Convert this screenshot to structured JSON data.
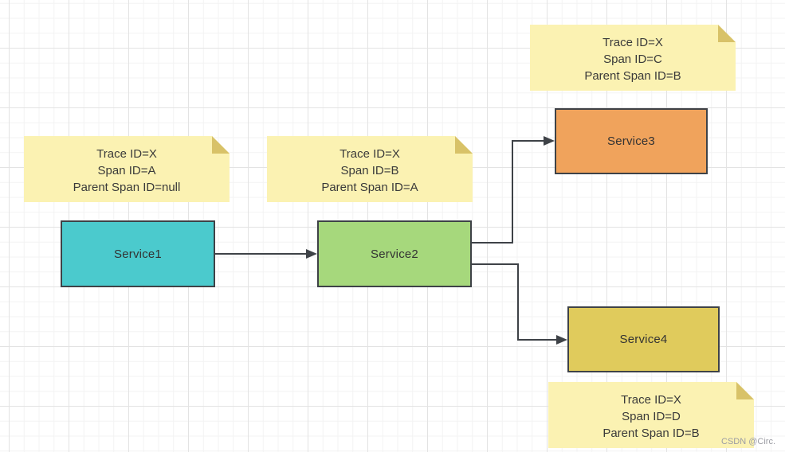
{
  "diagram": {
    "services": [
      {
        "label": "Service1",
        "fill": "#4BCACD"
      },
      {
        "label": "Service2",
        "fill": "#A6D87C"
      },
      {
        "label": "Service3",
        "fill": "#F0A35C"
      },
      {
        "label": "Service4",
        "fill": "#E0CB5C"
      }
    ],
    "notes": [
      {
        "lines": [
          "Trace ID=X",
          "Span ID=A",
          "Parent Span ID=null"
        ]
      },
      {
        "lines": [
          "Trace ID=X",
          "Span ID=B",
          "Parent Span ID=A"
        ]
      },
      {
        "lines": [
          "Trace ID=X",
          "Span ID=C",
          "Parent Span ID=B"
        ]
      },
      {
        "lines": [
          "Trace ID=X",
          "Span ID=D",
          "Parent Span ID=B"
        ]
      }
    ],
    "colors": {
      "note_fill": "#FBF2B2",
      "note_fold": "#D8C268",
      "stroke": "#3E4247",
      "text": "#333333",
      "grid_minor": "#F3F3F3",
      "grid_major": "#E3E3E3"
    },
    "watermark": "CSDN @Circ."
  }
}
